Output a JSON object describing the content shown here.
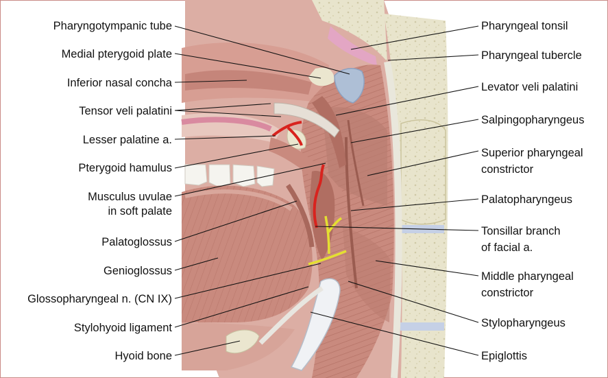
{
  "labels_left": {
    "pharyngotympanic_tube": "Pharyngotympanic tube",
    "medial_pterygoid_plate": "Medial pterygoid plate",
    "inferior_nasal_concha": "Inferior nasal concha",
    "tensor_veli_palatini": "Tensor veli palatini",
    "lesser_palatine_a": "Lesser palatine a.",
    "pterygoid_hamulus": "Pterygoid hamulus",
    "musculus_uvulae_line1": "Musculus uvulae",
    "musculus_uvulae_line2": "in soft palate",
    "palatoglossus": "Palatoglossus",
    "genioglossus": "Genioglossus",
    "glossopharyngeal_n": "Glossopharyngeal n. (CN IX)",
    "stylohyoid_ligament": "Stylohyoid ligament",
    "hyoid_bone": "Hyoid bone"
  },
  "labels_right": {
    "pharyngeal_tonsil": "Pharyngeal tonsil",
    "pharyngeal_tubercle": "Pharyngeal tubercle",
    "levator_veli_palatini": "Levator veli palatini",
    "salpingopharyngeus": "Salpingopharyngeus",
    "superior_constrictor_line1": "Superior pharyngeal",
    "superior_constrictor_line2": "constrictor",
    "palatopharyngeus": "Palatopharyngeus",
    "tonsillar_branch_line1": "Tonsillar branch",
    "tonsillar_branch_line2": "of facial a.",
    "middle_constrictor_line1": "Middle pharyngeal",
    "middle_constrictor_line2": "constrictor",
    "stylopharyngeus": "Stylopharyngeus",
    "epiglottis": "Epiglottis"
  },
  "colors": {
    "frame": "#c98a86",
    "muscle": "#c98a7e",
    "muscle_dark": "#a8685c",
    "bone": "#e8e4cc",
    "bone_spot": "#cfc9a6",
    "cartilage": "#aebfd6",
    "disc": "#c5d0e6",
    "tonsil": "#e3a6c4",
    "artery": "#d8231e",
    "nerve": "#e4df32",
    "leader": "#111111"
  }
}
